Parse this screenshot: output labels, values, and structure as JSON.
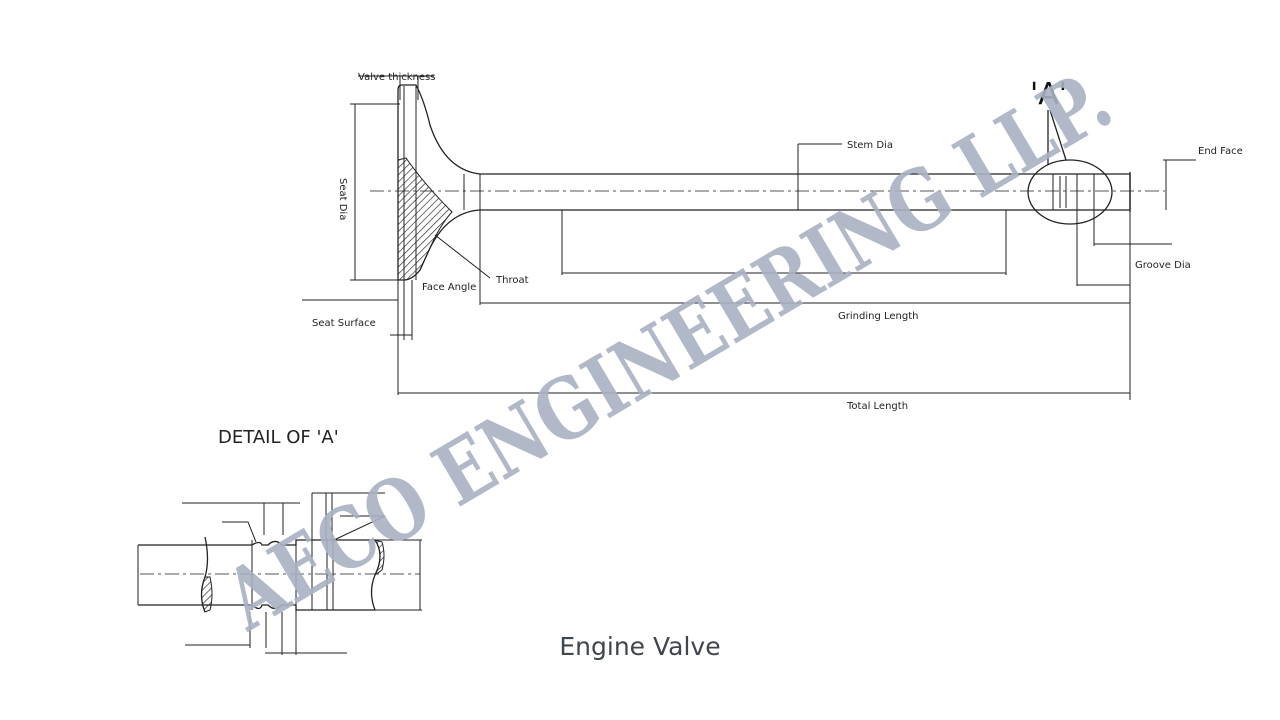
{
  "labels": {
    "valve_thickness": "Valve thickness",
    "seat_dia": "Seat Dia",
    "face_angle": "Face Angle",
    "throat": "Throat",
    "seat_surface": "Seat Surface",
    "stem_dia": "Stem Dia",
    "end_face": "End Face",
    "groove_dia": "Groove Dia",
    "grinding_length": "Grinding Length",
    "total_length": "Total Length",
    "detail_marker": "'A'",
    "detail_title": "DETAIL OF 'A'"
  },
  "watermark": "AECO ENGINEERING LLP.",
  "caption": "Engine Valve",
  "colors": {
    "watermark": "#a9b2c3",
    "line": "#222222",
    "caption": "#3f4650"
  }
}
